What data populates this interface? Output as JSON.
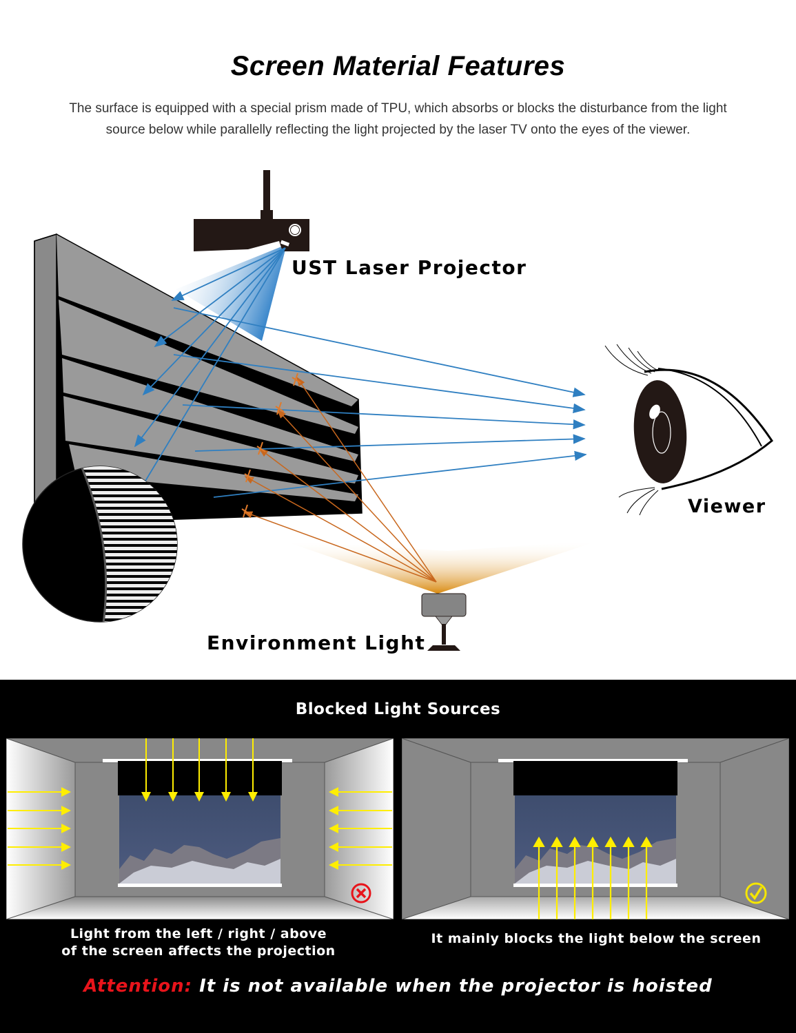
{
  "header": {
    "title": "Screen Material Features",
    "description": "The surface is equipped with a special prism made of TPU, which absorbs or blocks the disturbance from the light source below while parallelly reflecting the light projected by the laser TV onto the eyes of the viewer."
  },
  "diagram": {
    "labels": {
      "projector": "UST Laser Projector",
      "viewer": "Viewer",
      "environment_light": "Environment Light"
    },
    "icons": [
      "projector-icon",
      "eye-icon",
      "lamp-icon",
      "prism-screen-icon",
      "magnifier-icon"
    ],
    "colors": {
      "projected_light": "#2f7fc1",
      "ambient_light": "#c8671d",
      "ambient_glow": "#d98a10",
      "screen_gray": "#9a9a9a",
      "screen_black": "#000000"
    },
    "reflected_rays_to_viewer": 5,
    "blocked_ambient_rays": 5
  },
  "comparison": {
    "title": "Blocked Light Sources",
    "left": {
      "caption_line1": "Light from the left / right / above",
      "caption_line2": "of the screen affects the projection",
      "status_icon": "cross-circle-icon",
      "status_color": "#e8141b"
    },
    "right": {
      "caption": "It mainly blocks the light below the screen",
      "status_icon": "check-circle-icon",
      "status_color": "#f5e600"
    },
    "arrow_color": "#ffee00"
  },
  "attention": {
    "prefix": "Attention:",
    "text": " It is not available when the projector is hoisted"
  }
}
